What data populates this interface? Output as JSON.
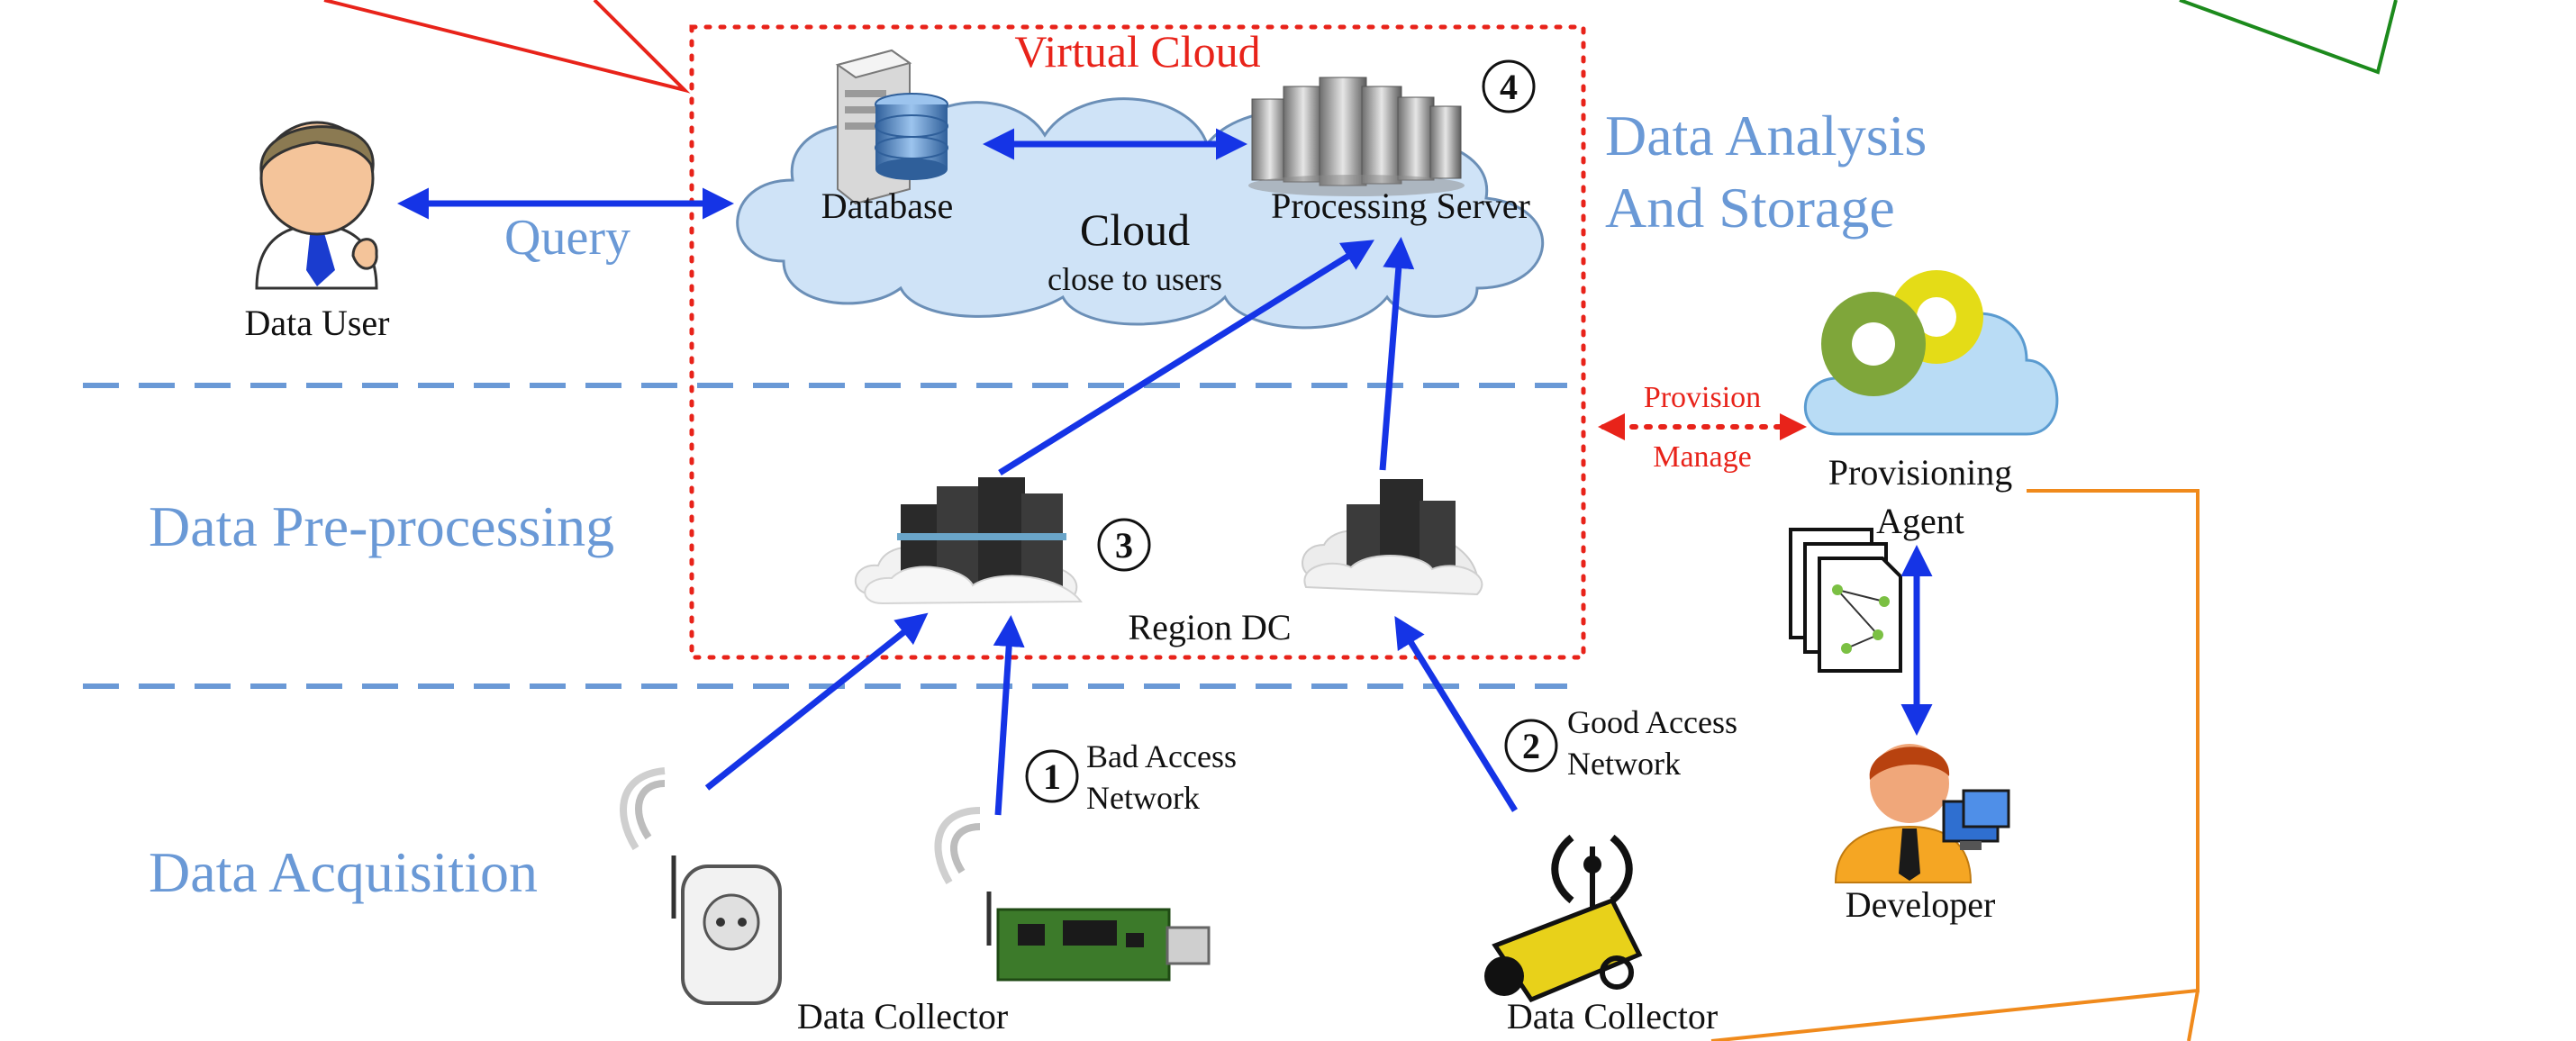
{
  "cloud": {
    "virtual_cloud": "Virtual Cloud",
    "database": "Database",
    "processing_server": "Processing Server",
    "cloud_title": "Cloud",
    "cloud_subtitle": "close to users"
  },
  "layers": {
    "analysis_line1": "Data Analysis",
    "analysis_line2": "And Storage",
    "preprocessing": "Data Pre-processing",
    "acquisition": "Data Acquisition"
  },
  "data_user": {
    "label": "Data User",
    "query": "Query"
  },
  "region_dc": "Region DC",
  "markers": {
    "m1": "1",
    "m2": "2",
    "m3": "3",
    "m4": "4"
  },
  "bad_access": {
    "line1": "Bad Access",
    "line2": "Network"
  },
  "good_access": {
    "line1": "Good Access",
    "line2": "Network"
  },
  "provision": {
    "provision": "Provision",
    "manage": "Manage"
  },
  "provisioning_agent": {
    "line1": "Provisioning",
    "line2": "Agent"
  },
  "developer": "Developer",
  "collectors": {
    "left": "Data Collector",
    "right": "Data Collector"
  },
  "colors": {
    "arrow_blue": "#1534e6",
    "dashed_blue": "#6a99d6",
    "red": "#e8231a",
    "green": "#1c8a1c",
    "orange": "#f08a1c",
    "cloud_fill": "#cfe3f7"
  }
}
